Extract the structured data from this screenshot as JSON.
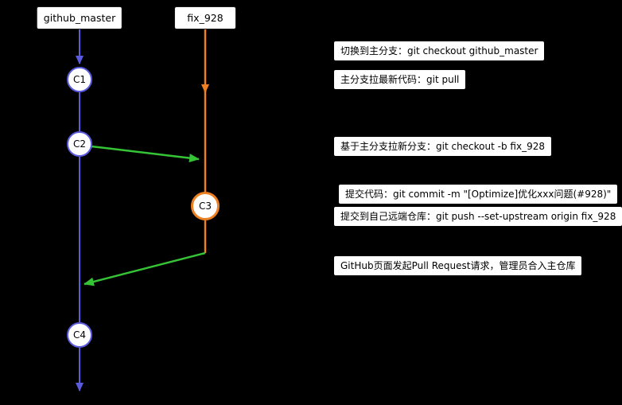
{
  "colors": {
    "background": "#000000",
    "master_branch": "#5b5be0",
    "feature_branch": "#ed8022",
    "merge_arrow": "#35c435",
    "node_fill": "#ffffff",
    "text": "#000000"
  },
  "branches": [
    {
      "label": "github_master"
    },
    {
      "label": "fix_928"
    }
  ],
  "commits": [
    {
      "label": "C1",
      "branch": "github_master"
    },
    {
      "label": "C2",
      "branch": "github_master"
    },
    {
      "label": "C3",
      "branch": "fix_928"
    },
    {
      "label": "C4",
      "branch": "github_master"
    }
  ],
  "annotations": [
    {
      "text": "切换到主分支：git checkout github_master"
    },
    {
      "text": "主分支拉最新代码：git pull"
    },
    {
      "text": "基于主分支拉新分支：git checkout -b fix_928"
    },
    {
      "text": "提交代码：git commit -m \"[Optimize]优化xxx问题(#928)\""
    },
    {
      "text": "提交到自己远端仓库：git push --set-upstream origin fix_928"
    },
    {
      "text": "GitHub页面发起Pull Request请求，管理员合入主仓库"
    }
  ]
}
